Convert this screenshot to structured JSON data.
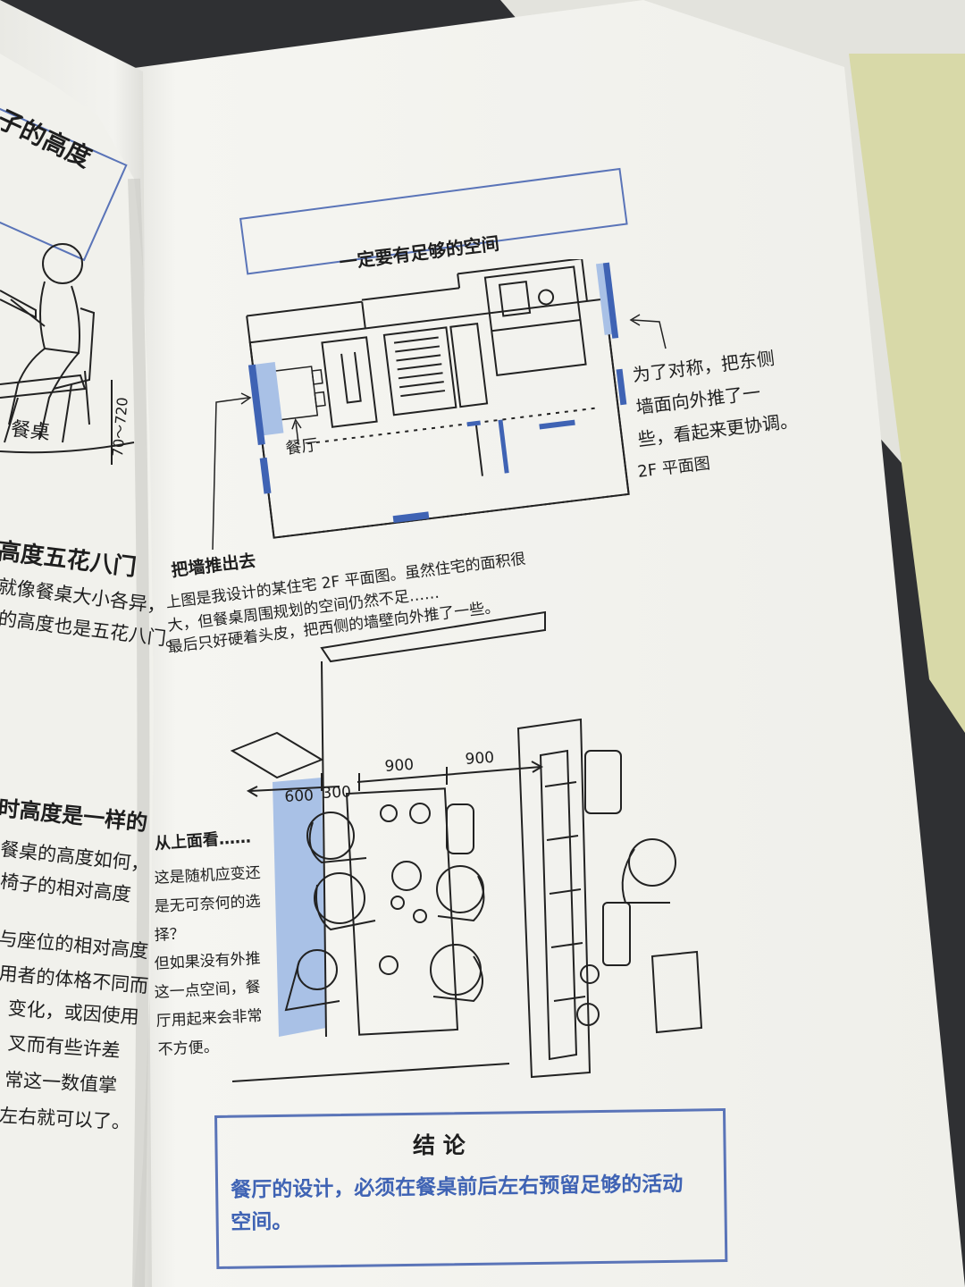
{
  "colors": {
    "accent_blue": "#3f63b4",
    "frame_blue": "#5a74b8",
    "shade_blue": "#a9c1e6",
    "paper": "#f7f7f3"
  },
  "left_page": {
    "title": "子的高度",
    "figure_label": "餐桌",
    "dim_label": "70～720",
    "section1": {
      "heading": "高度五花八门",
      "lines": [
        "就像餐桌大小各异，",
        "的高度也是五花八门。"
      ]
    },
    "section2": {
      "heading": "时高度是一样的",
      "lines": [
        "餐桌的高度如何，",
        "椅子的相对高度"
      ]
    },
    "section3_lines": [
      "与座位的相对高度",
      "用者的体格不同而",
      "变化，或因使用",
      "叉而有些许差",
      "常这一数值掌",
      "左右就可以了。"
    ]
  },
  "right_page": {
    "header": "一定要有足够的空间",
    "plan": {
      "dining_label": "餐厅",
      "plan_title": "2F 平面图",
      "note_lines": [
        "为了对称，把东侧",
        "墙面向外推了一",
        "些，看起来更协调。"
      ]
    },
    "push_section": {
      "heading": "把墙推出去",
      "lines": [
        "上图是我设计的某住宅 2F 平面图。虽然住宅的面积很",
        "大，但餐桌周围规划的空间仍然不足……",
        "最后只好硬着头皮，把西侧的墙壁向外推了一些。"
      ]
    },
    "top_view": {
      "dims": [
        "600",
        "300",
        "900",
        "900"
      ],
      "heading": "从上面看……",
      "lines": [
        "这是随机应变还",
        "是无可奈何的选",
        "择？",
        "但如果没有外推",
        "这一点空间，餐",
        "厅用起来会非常",
        "不方便。"
      ]
    },
    "conclusion": {
      "title": "结 论",
      "lines": [
        "餐厅的设计，必须在餐桌前后左右预留足够的活动",
        "空间。"
      ]
    }
  }
}
